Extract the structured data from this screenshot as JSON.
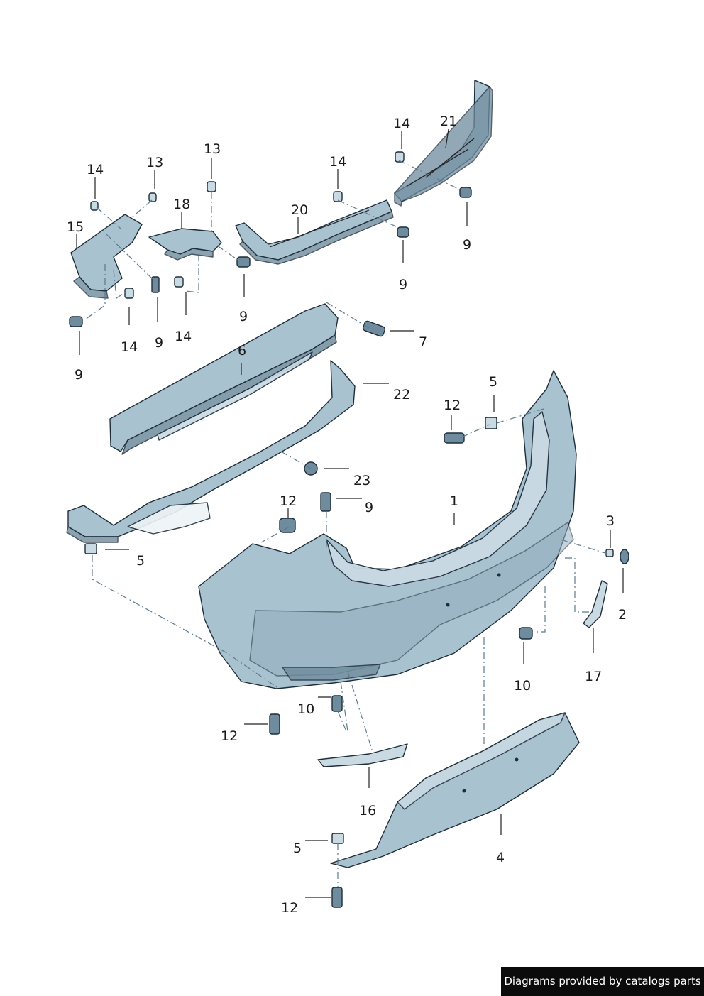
{
  "diagram": {
    "callouts": [
      {
        "id": "c1",
        "text": "1"
      },
      {
        "id": "c2",
        "text": "2"
      },
      {
        "id": "c3",
        "text": "3"
      },
      {
        "id": "c4",
        "text": "4"
      },
      {
        "id": "c5a",
        "text": "5"
      },
      {
        "id": "c5b",
        "text": "5"
      },
      {
        "id": "c5c",
        "text": "5"
      },
      {
        "id": "c6",
        "text": "6"
      },
      {
        "id": "c7",
        "text": "7"
      },
      {
        "id": "c9a",
        "text": "9"
      },
      {
        "id": "c9b",
        "text": "9"
      },
      {
        "id": "c9c",
        "text": "9"
      },
      {
        "id": "c9d",
        "text": "9"
      },
      {
        "id": "c9e",
        "text": "9"
      },
      {
        "id": "c9f",
        "text": "9"
      },
      {
        "id": "c10a",
        "text": "10"
      },
      {
        "id": "c10b",
        "text": "10"
      },
      {
        "id": "c12a",
        "text": "12"
      },
      {
        "id": "c12b",
        "text": "12"
      },
      {
        "id": "c12c",
        "text": "12"
      },
      {
        "id": "c12d",
        "text": "12"
      },
      {
        "id": "c13a",
        "text": "13"
      },
      {
        "id": "c13b",
        "text": "13"
      },
      {
        "id": "c14a",
        "text": "14"
      },
      {
        "id": "c14b",
        "text": "14"
      },
      {
        "id": "c14c",
        "text": "14"
      },
      {
        "id": "c14d",
        "text": "14"
      },
      {
        "id": "c14e",
        "text": "14"
      },
      {
        "id": "c15",
        "text": "15"
      },
      {
        "id": "c16",
        "text": "16"
      },
      {
        "id": "c17",
        "text": "17"
      },
      {
        "id": "c18",
        "text": "18"
      },
      {
        "id": "c20",
        "text": "20"
      },
      {
        "id": "c21",
        "text": "21"
      },
      {
        "id": "c22",
        "text": "22"
      },
      {
        "id": "c23",
        "text": "23"
      }
    ]
  },
  "watermark": {
    "text": "Diagrams provided by catalogs parts"
  },
  "colors": {
    "part_fill": "#a9c2d0",
    "part_shadow": "#6f8c9e",
    "outline": "#1e2d3a",
    "dash_line": "#5b7a8c",
    "watermark_bg": "#0b0b0b"
  }
}
